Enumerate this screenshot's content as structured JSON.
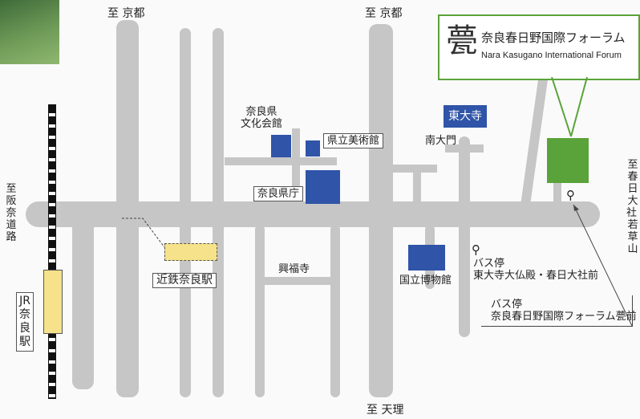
{
  "directions": {
    "top_left": "至 京都",
    "top_right": "至 京都",
    "bottom": "至 天理",
    "left": "至阪奈道路",
    "right": "至春日大社・若草山"
  },
  "landmarks": {
    "museum_bunka": "奈良県\n文化会館",
    "art_museum": "県立美術館",
    "pref_office": "奈良県庁",
    "todaiji": "東大寺",
    "nandaimon": "南大門",
    "kofukuji": "興福寺",
    "national_museum": "国立博物館",
    "kintetsu_station": "近鉄奈良駅",
    "jr_station": "JR奈良駅"
  },
  "bus_stops": {
    "stop1": "バス停\n東大寺大仏殿・春日大社前",
    "stop2": "バス停\n奈良春日野国際フォーラム甍前"
  },
  "forum": {
    "logo_char": "甍",
    "name_jp": "奈良春日野国際フォーラム",
    "name_en": "Nara Kasugano International Forum"
  },
  "icons": {
    "bus_stop": "⚲"
  },
  "colors": {
    "road": "#c6c6c6",
    "building": "#2f54a8",
    "forum": "#5aa33a",
    "station": "#f5e28a"
  }
}
